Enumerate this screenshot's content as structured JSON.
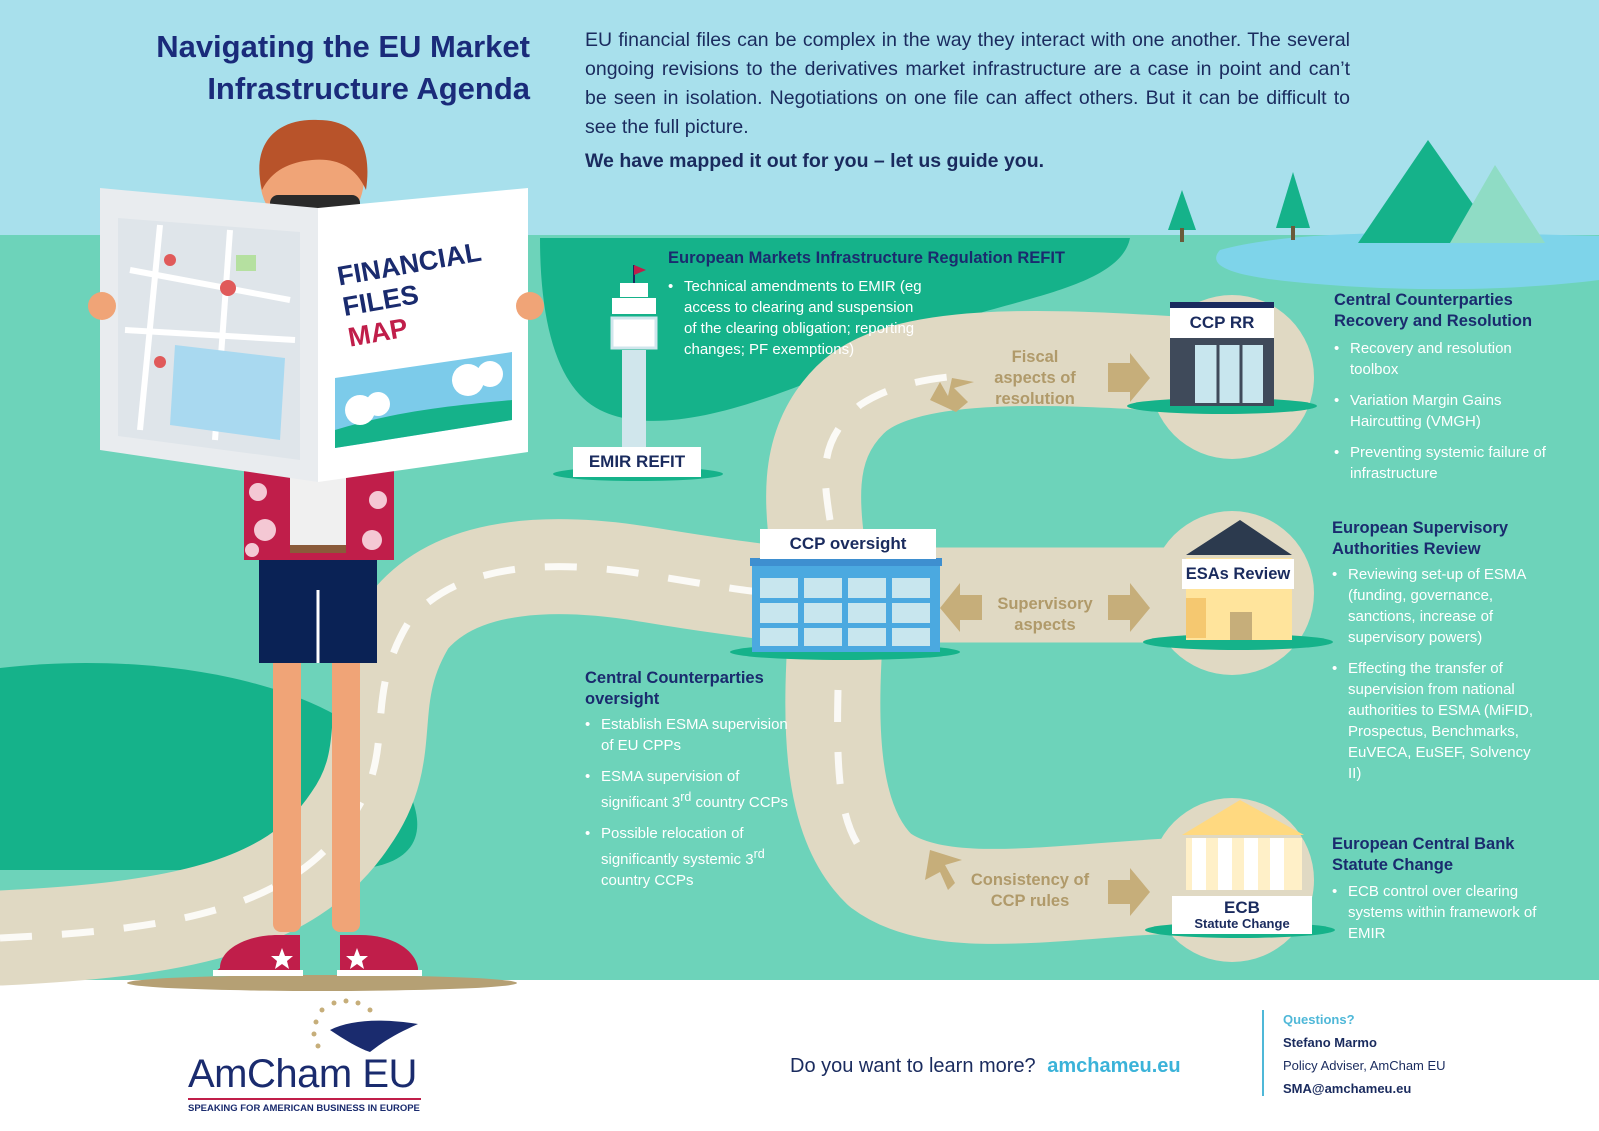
{
  "header": {
    "title_line1": "Navigating the EU Market",
    "title_line2": "Infrastructure Agenda",
    "intro": "EU financial files can be complex in the way they interact with one another. The several ongoing revisions to the derivatives market infrastructure are a case in point and can’t be seen in isolation. Negotiations on one file can affect others. But it can be difficult to see the full picture.",
    "intro_bold": "We have mapped it out for you – let us guide you."
  },
  "newspaper": {
    "line1": "FINANCIAL",
    "line2": "FILES",
    "line3": "MAP"
  },
  "nodes": {
    "emir": {
      "label": "EMIR REFIT",
      "title": "European Markets Infrastructure Regulation REFIT",
      "bullets": [
        "Technical amendments to EMIR (eg access to clearing and suspension of the clearing obligation; reporting changes; PF exemptions)"
      ]
    },
    "ccp_rr": {
      "label": "CCP RR",
      "title_line1": "Central Counterparties",
      "title_line2": "Recovery and Resolution",
      "bullets": [
        "Recovery and resolution toolbox",
        "Variation Margin Gains Haircutting (VMGH)",
        "Preventing systemic failure of infrastructure"
      ]
    },
    "ccp_oversight": {
      "label": "CCP oversight",
      "title_line1": "Central Counterparties",
      "title_line2": "oversight",
      "bullets": [
        {
          "pre": "Establish ESMA supervision of EU CPPs",
          "sup": "",
          "post": ""
        },
        {
          "pre": "ESMA supervision of significant 3",
          "sup": "rd",
          "post": " country CCPs"
        },
        {
          "pre": "Possible relocation of significantly systemic 3",
          "sup": "rd",
          "post": " country CCPs"
        }
      ]
    },
    "esas": {
      "label": "ESAs Review",
      "title_line1": "European Supervisory",
      "title_line2": "Authorities Review",
      "bullets": [
        "Reviewing set-up of ESMA (funding, governance, sanctions, increase of supervisory powers)",
        "Effecting the transfer of supervision from national authorities to ESMA (MiFID, Prospectus, Benchmarks, EuVECA, EuSEF, Solvency II)"
      ]
    },
    "ecb": {
      "label": "ECB",
      "sublabel": "Statute Change",
      "title_line1": "European Central Bank",
      "title_line2": "Statute Change",
      "bullets": [
        "ECB control over clearing systems within framework of EMIR"
      ]
    }
  },
  "road_labels": {
    "fiscal": "Fiscal aspects of resolution",
    "supervisory": "Supervisory aspects",
    "consistency": "Consistency of CCP rules"
  },
  "footer": {
    "learn": "Do you want to learn more?",
    "url": "amchameu.eu",
    "questions": "Questions?",
    "name": "Stefano Marmo",
    "role": "Policy Adviser, AmCham EU",
    "email": "SMA@amchameu.eu",
    "logo": "AmCham EU",
    "tagline": "SPEAKING FOR AMERICAN BUSINESS IN EUROPE"
  },
  "colors": {
    "sky": "#a8e0ec",
    "grass": "#6dd3ba",
    "dark_green": "#15b28a",
    "road": "#e0d9c3",
    "navy": "#1a2b6e",
    "crimson": "#c01e4a",
    "sand": "#b09a6a"
  }
}
